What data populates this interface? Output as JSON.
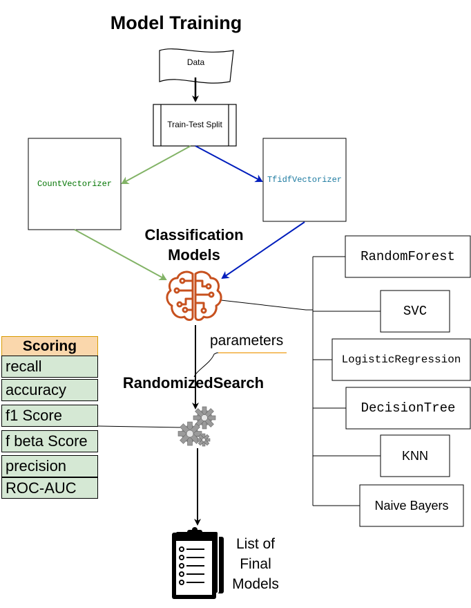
{
  "title": "Model Training",
  "data_node": "Data",
  "split_node": "Train-Test Split",
  "vectorizers": {
    "count": "CountVectorizer",
    "tfidf": "TfidfVectorizer"
  },
  "classification_heading": [
    "Classification",
    "Models"
  ],
  "models": [
    "RandomForest",
    "SVC",
    "LogisticRegression",
    "DecisionTree",
    "KNN",
    "Naive Bayers"
  ],
  "parameters_label": "parameters",
  "search_heading": "RandomizedSearch",
  "scoring": {
    "header": "Scoring",
    "items": [
      "recall",
      "accuracy",
      "f1 Score",
      "f beta Score",
      "precision",
      "ROC-AUC"
    ]
  },
  "output_label": [
    "List of",
    "Final",
    "Models"
  ],
  "icons": {
    "models": "brain-circuit-icon",
    "search": "gears-icon",
    "output": "clipboard-list-icon"
  },
  "colors": {
    "green_arrow": "#82b366",
    "blue_arrow": "#001dbc",
    "count_text": "#007400",
    "tfidf_text": "#1c7aa0",
    "brain": "#c7511f",
    "scoring_header": "#fad7ac",
    "scoring_border": "#d79b00",
    "scoring_cell": "#d5e8d4",
    "parameters_line": "#f5c06a"
  }
}
